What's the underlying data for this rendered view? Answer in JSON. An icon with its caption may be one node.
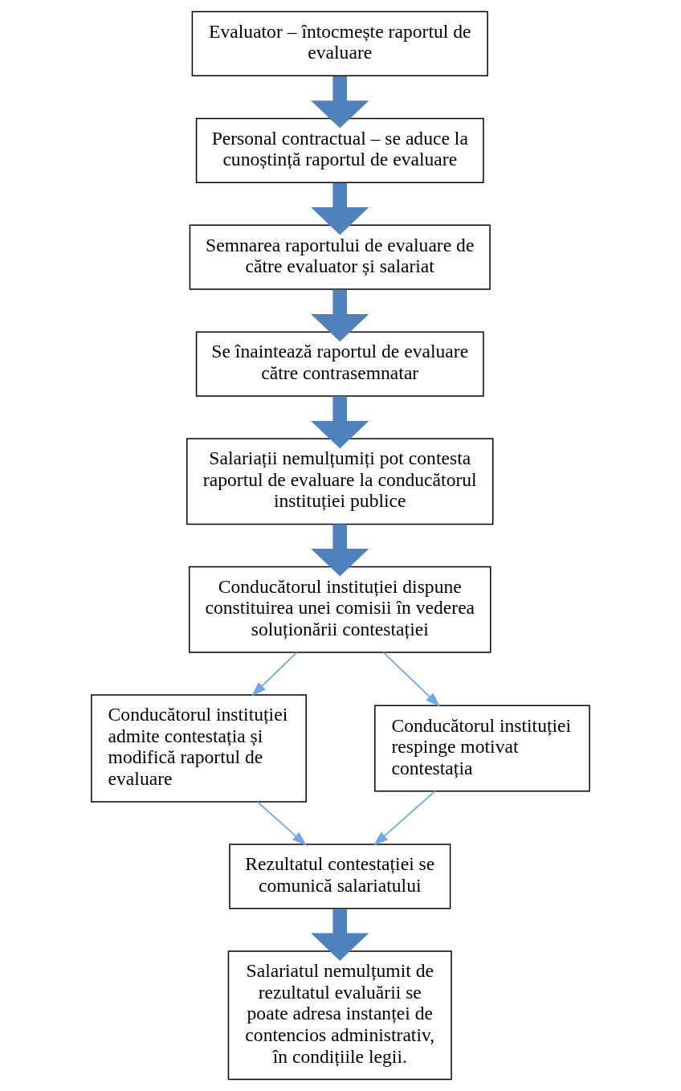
{
  "diagram": {
    "nodes": [
      {
        "text": [
          "Evaluator – întocmește raportul de evaluare"
        ]
      },
      {
        "text": [
          "Personal contractual – se aduce la cunoștință raportul de evaluare"
        ]
      },
      {
        "text": [
          "Semnarea raportului de evaluare de către evaluator și salariat"
        ]
      },
      {
        "text": [
          "Se înaintează raportul de evaluare către contrasemnatar"
        ]
      },
      {
        "text": [
          "Salariații nemulțumiți pot contesta raportul de evaluare la conducătorul instituției publice"
        ]
      },
      {
        "text": [
          "Conducătorul instituției dispune constituirea unei comisii în vederea soluționării contestației"
        ]
      },
      {
        "text": [
          "Conducătorul instituției admite contestația și modifică raportul de evaluare"
        ]
      },
      {
        "text": [
          "Conducătorul instituției respinge motivat contestația"
        ]
      },
      {
        "text": [
          "Rezultatul contestației se comunică salariatului"
        ]
      },
      {
        "text": [
          "Salariatul nemulțumit de rezultatul evaluării se poate adresa instanței de contencios administrativ, în condițiile legii."
        ]
      }
    ],
    "edges": [
      {
        "from": 0,
        "to": 1,
        "arrow": "to"
      },
      {
        "from": 1,
        "to": 2,
        "arrow": "to"
      },
      {
        "from": 2,
        "to": 3,
        "arrow": "to"
      },
      {
        "from": 3,
        "to": 4,
        "arrow": "to"
      },
      {
        "from": 4,
        "to": 5,
        "arrow": "to"
      },
      {
        "from": 5,
        "to": 6,
        "arrow": "to",
        "color": "#6fa8e6"
      },
      {
        "from": 5,
        "to": 7,
        "arrow": "to",
        "color": "#6fa8e6"
      },
      {
        "from": 6,
        "to": 8,
        "arrow": "to",
        "color": "#6fa8e6"
      },
      {
        "from": 7,
        "to": 8,
        "arrow": "to",
        "color": "#6fa8e6"
      },
      {
        "from": 8,
        "to": 9,
        "arrow": "to"
      }
    ]
  }
}
